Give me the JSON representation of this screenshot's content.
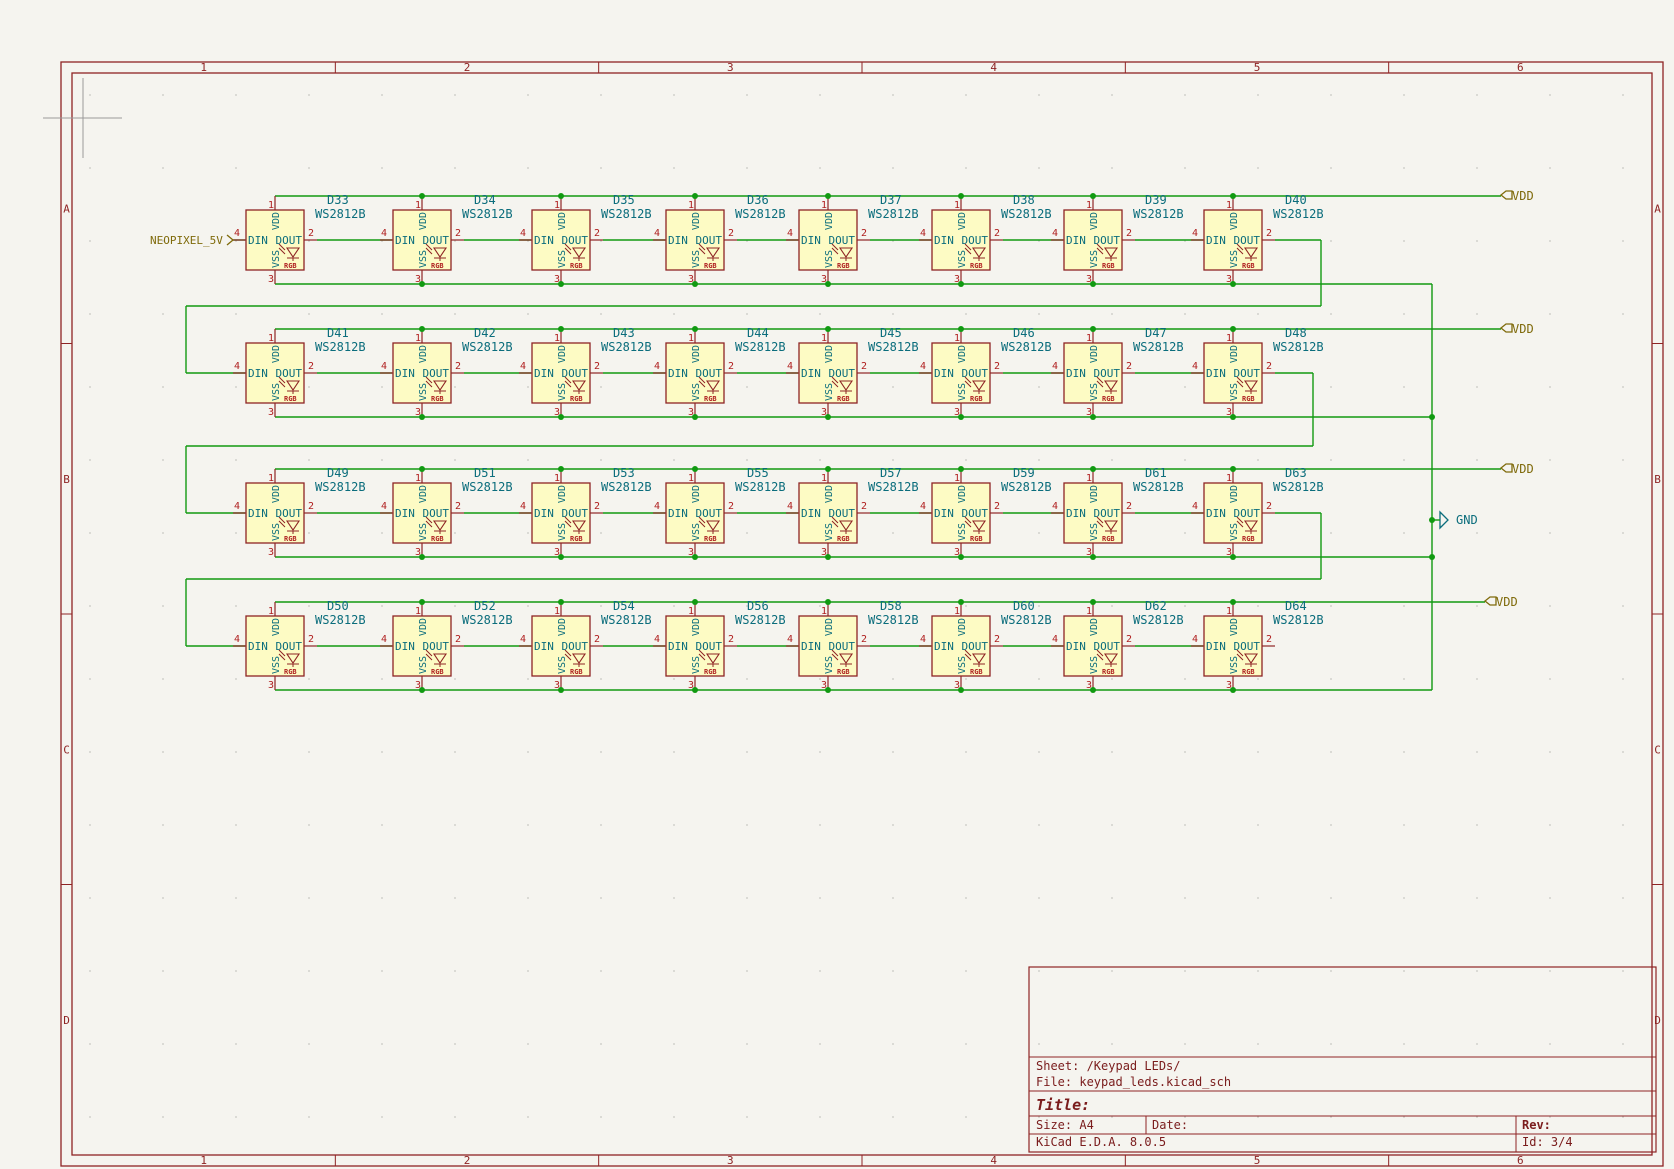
{
  "colors": {
    "background": "#f5f4ef",
    "frame": "#8e2424",
    "wire": "#119a11",
    "junction": "#119a11",
    "body_fill": "#fdfbc4",
    "body_stroke": "#8e2424",
    "pin_number": "#b02020",
    "ref_text": "#0b6d7c",
    "power_text": "#7f6a0a",
    "label_text": "#7f6a0a",
    "grid": "#c8c8c2"
  },
  "frame": {
    "columns": [
      "1",
      "2",
      "3",
      "4",
      "5",
      "6"
    ],
    "rows": [
      "A",
      "B",
      "C",
      "D"
    ]
  },
  "led_symbol": {
    "value": "WS2812B",
    "pin_din": "DIN",
    "pin_dout": "DOUT",
    "pin_vdd": "VDD",
    "pin_vss": "VSS",
    "rgb": "RGB",
    "pin_numbers": {
      "vdd": "1",
      "dout": "2",
      "vss": "3",
      "din": "4"
    }
  },
  "led_rows": [
    [
      "D33",
      "D34",
      "D35",
      "D36",
      "D37",
      "D38",
      "D39",
      "D40"
    ],
    [
      "D41",
      "D42",
      "D43",
      "D44",
      "D45",
      "D46",
      "D47",
      "D48"
    ],
    [
      "D49",
      "D51",
      "D53",
      "D55",
      "D57",
      "D59",
      "D61",
      "D63"
    ],
    [
      "D50",
      "D52",
      "D54",
      "D56",
      "D58",
      "D60",
      "D62",
      "D64"
    ]
  ],
  "power_labels": [
    "VDD",
    "VDD",
    "VDD",
    "VDD"
  ],
  "gnd_label": "GND",
  "input_label": "NEOPIXEL_5V",
  "title_block": {
    "sheet": "Sheet: /Keypad LEDs/",
    "file": "File: keypad_leds.kicad_sch",
    "title": "Title:",
    "size": "Size: A4",
    "date": "Date:",
    "rev": "Rev:",
    "tool": "KiCad E.D.A. 8.0.5",
    "id": "Id: 3/4"
  }
}
